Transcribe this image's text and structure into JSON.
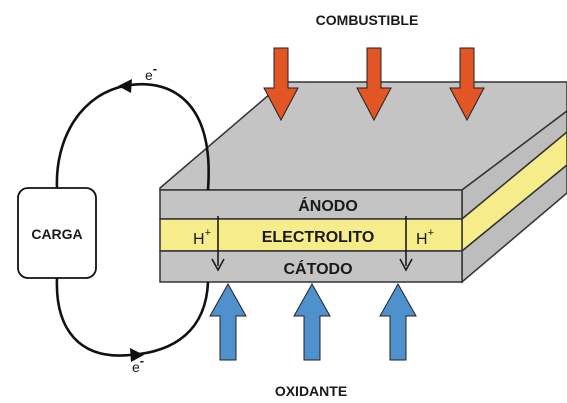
{
  "labels": {
    "fuel": "COMBUSTIBLE",
    "oxidant": "OXIDANTE",
    "load": "CARGA",
    "anode": "ÁNODO",
    "electrolyte": "ELECTROLITO",
    "cathode": "CÁTODO",
    "proton_base": "H",
    "proton_charge": "+",
    "electron_base": "e",
    "electron_charge": "-"
  },
  "colors": {
    "anode_cathode": "#c4c4c4",
    "electrolyte": "#f7ec8a",
    "fuel_arrow": "#e25524",
    "oxidant_arrow": "#4f91cd",
    "outline": "#333333"
  }
}
